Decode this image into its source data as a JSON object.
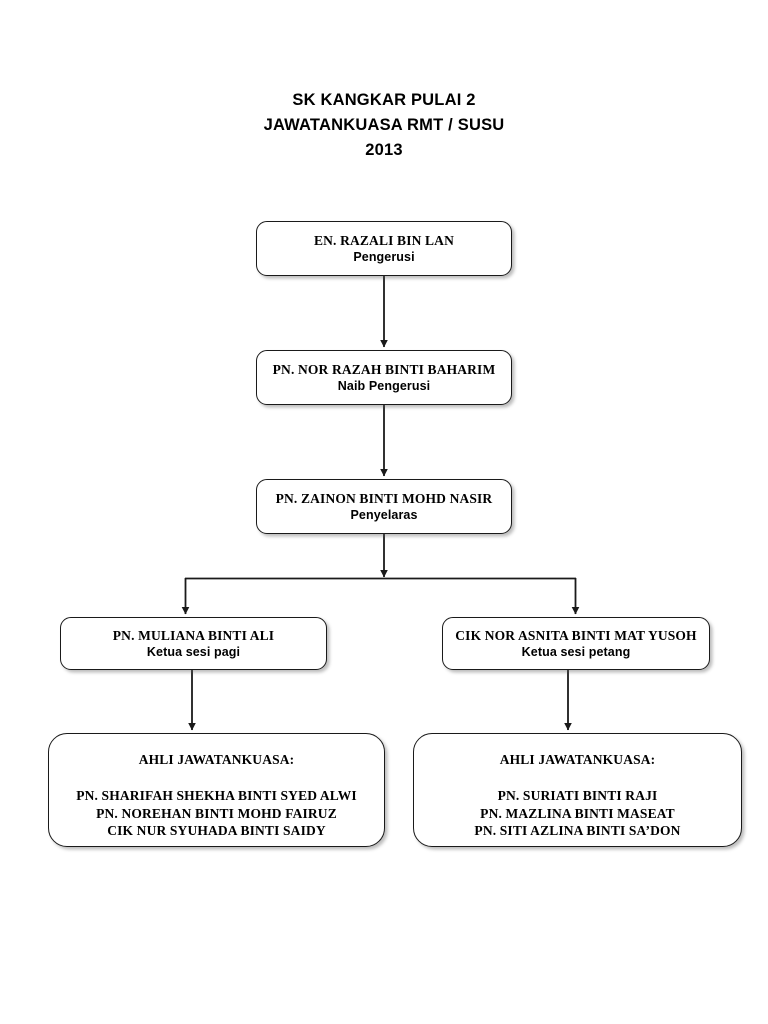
{
  "title": {
    "line1": "SK KANGKAR PULAI 2",
    "line2": "JAWATANKUASA RMT / SUSU",
    "line3": "2013"
  },
  "nodes": {
    "chairman": {
      "name": "EN. RAZALI BIN LAN",
      "role": "Pengerusi"
    },
    "vice_chairman": {
      "name": "PN. NOR RAZAH BINTI BAHARIM",
      "role": "Naib Pengerusi"
    },
    "coordinator": {
      "name": "PN. ZAINON BINTI MOHD NASIR",
      "role": "Penyelaras"
    },
    "morning_head": {
      "name": "PN. MULIANA BINTI ALI",
      "role": "Ketua sesi pagi"
    },
    "evening_head": {
      "name": "CIK NOR ASNITA BINTI MAT YUSOH",
      "role": "Ketua sesi petang"
    }
  },
  "member_lists": {
    "morning": {
      "heading": "AHLI JAWATANKUASA:",
      "members": [
        "PN. SHARIFAH SHEKHA BINTI SYED ALWI",
        "PN. NOREHAN BINTI MOHD FAIRUZ",
        "CIK NUR SYUHADA BINTI SAIDY"
      ]
    },
    "evening": {
      "heading": "AHLI JAWATANKUASA:",
      "members": [
        "PN. SURIATI BINTI RAJI",
        "PN. MAZLINA BINTI MASEAT",
        "PN. SITI AZLINA BINTI SA’DON"
      ]
    }
  },
  "colors": {
    "background": "#ffffff",
    "box_border": "#1a1a1a",
    "text": "#000000",
    "connector": "#1a1a1a"
  }
}
